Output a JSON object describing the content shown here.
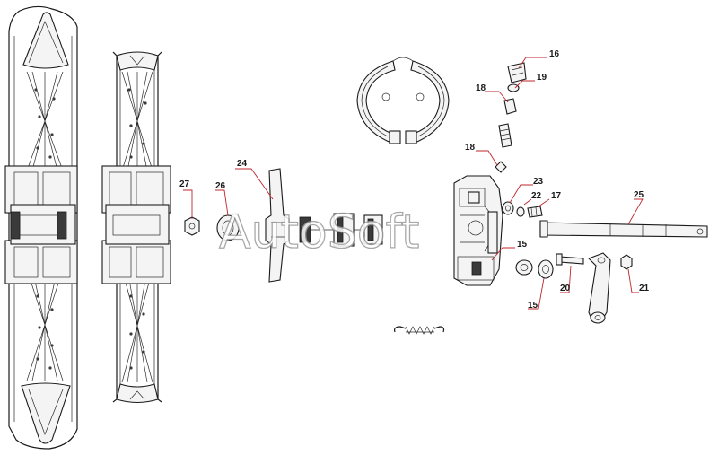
{
  "watermark": "AutoSoft",
  "callouts": [
    {
      "id": "c16",
      "label": "16"
    },
    {
      "id": "c18a",
      "label": "18"
    },
    {
      "id": "c19",
      "label": "19"
    },
    {
      "id": "c18b",
      "label": "18"
    },
    {
      "id": "c27",
      "label": "27"
    },
    {
      "id": "c24",
      "label": "24"
    },
    {
      "id": "c26",
      "label": "26"
    },
    {
      "id": "c23",
      "label": "23"
    },
    {
      "id": "c22",
      "label": "22"
    },
    {
      "id": "c17",
      "label": "17"
    },
    {
      "id": "c25",
      "label": "25"
    },
    {
      "id": "c15a",
      "label": "15"
    },
    {
      "id": "c15b",
      "label": "15"
    },
    {
      "id": "c20",
      "label": "20"
    },
    {
      "id": "c21",
      "label": "21"
    }
  ],
  "colors": {
    "leader": "#c0272d",
    "ink": "#1a1a1a"
  }
}
